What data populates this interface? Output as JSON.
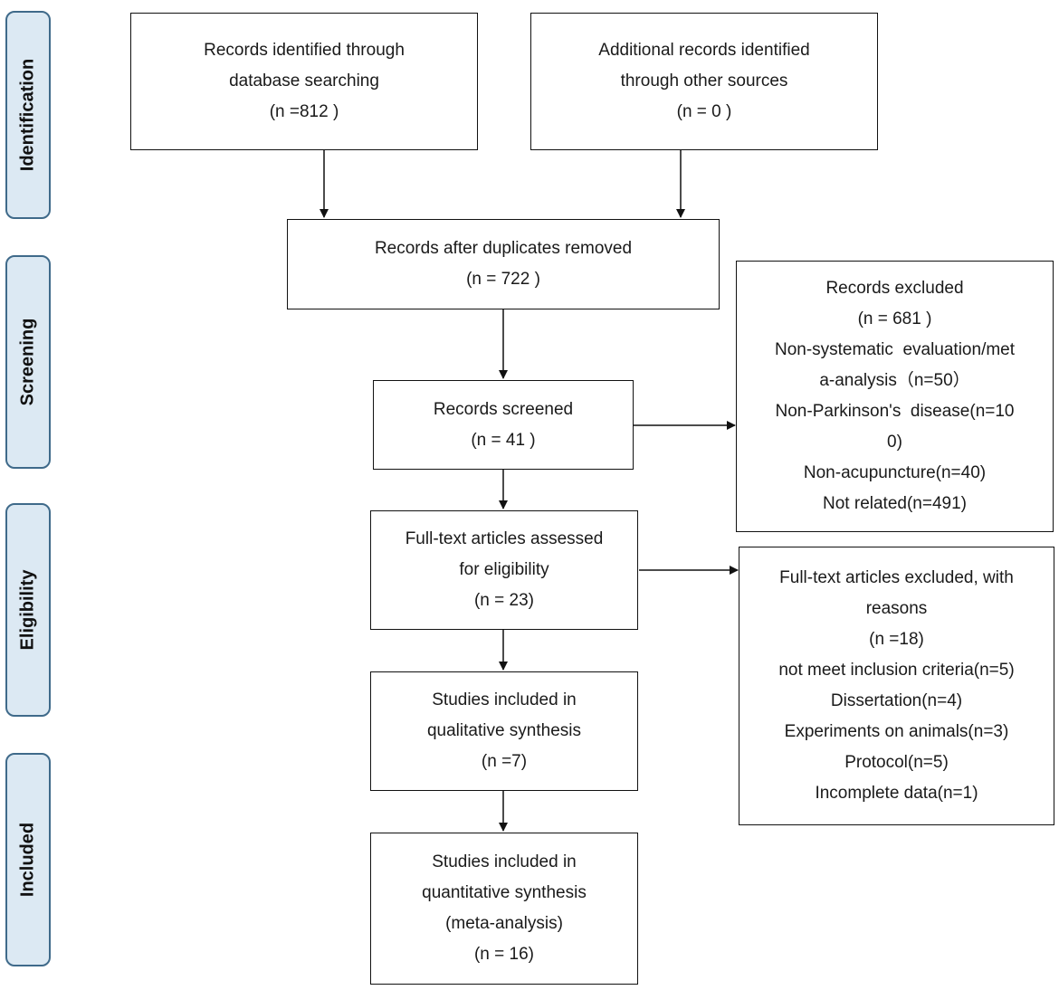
{
  "stages": {
    "identification": "Identification",
    "screening": "Screening",
    "eligibility": "Eligibility",
    "included": "Included"
  },
  "boxes": {
    "database": {
      "line1": "Records identified through",
      "line2": "database searching",
      "count": "(n =812 )"
    },
    "other": {
      "line1": "Additional records identified",
      "line2": "through other sources",
      "count": "(n = 0 )"
    },
    "duplicates": {
      "line1": "Records after duplicates removed",
      "count": "(n = 722 )"
    },
    "screened": {
      "line1": "Records screened",
      "count": "(n = 41 )"
    },
    "excluded": {
      "title": "Records excluded",
      "count": "(n = 681 )",
      "reason1a": "Non-systematic  evaluation/met",
      "reason1b": "a-analysis（n=50）",
      "reason2a": "Non-Parkinson's  disease(n=10",
      "reason2b": "0)",
      "reason3": "Non-acupuncture(n=40)",
      "reason4": "Not related(n=491)"
    },
    "fulltext": {
      "line1": "Full-text articles assessed",
      "line2": "for eligibility",
      "count": "(n = 23)"
    },
    "fulltext_excluded": {
      "line1": "Full-text articles excluded, with",
      "line2": "reasons",
      "count": "(n =18)",
      "reason1": "not meet inclusion criteria(n=5)",
      "reason2": "Dissertation(n=4)",
      "reason3": "Experiments on animals(n=3)",
      "reason4": "Protocol(n=5)",
      "reason5": "Incomplete data(n=1)"
    },
    "qualitative": {
      "line1": "Studies included in",
      "line2": "qualitative synthesis",
      "count": "(n =7)"
    },
    "quantitative": {
      "line1": "Studies included in",
      "line2": "quantitative synthesis",
      "line3": "(meta-analysis)",
      "count": "(n = 16)"
    }
  }
}
